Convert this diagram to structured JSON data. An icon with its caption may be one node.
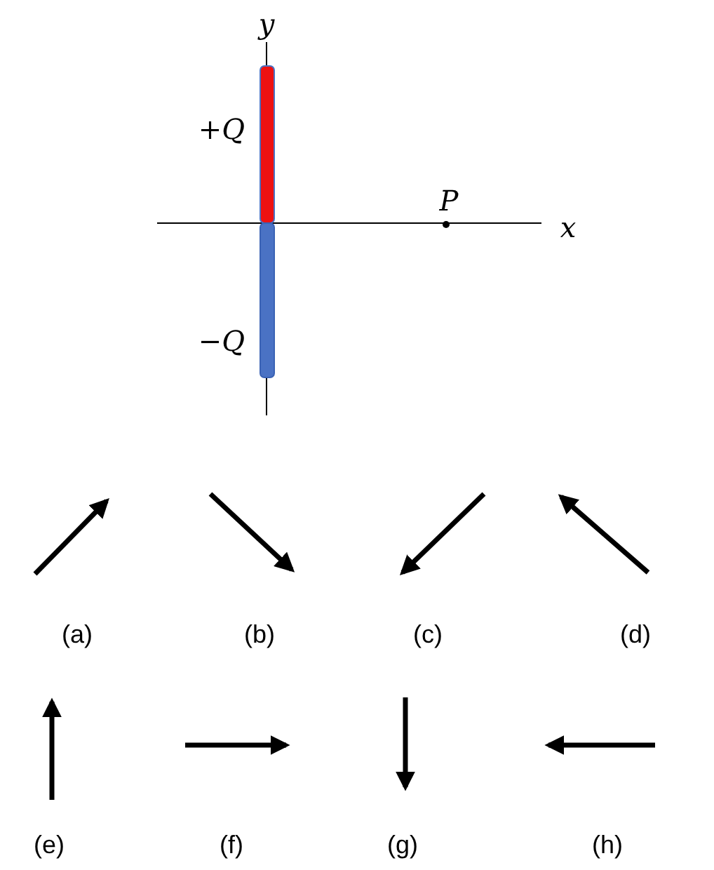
{
  "diagram": {
    "labels": [
      "y",
      "+Q",
      "P",
      "x",
      "−Q",
      "(a)",
      "(b)",
      "(c)",
      "(d)",
      "(e)",
      "(f)",
      "(g)",
      "(h)"
    ]
  }
}
